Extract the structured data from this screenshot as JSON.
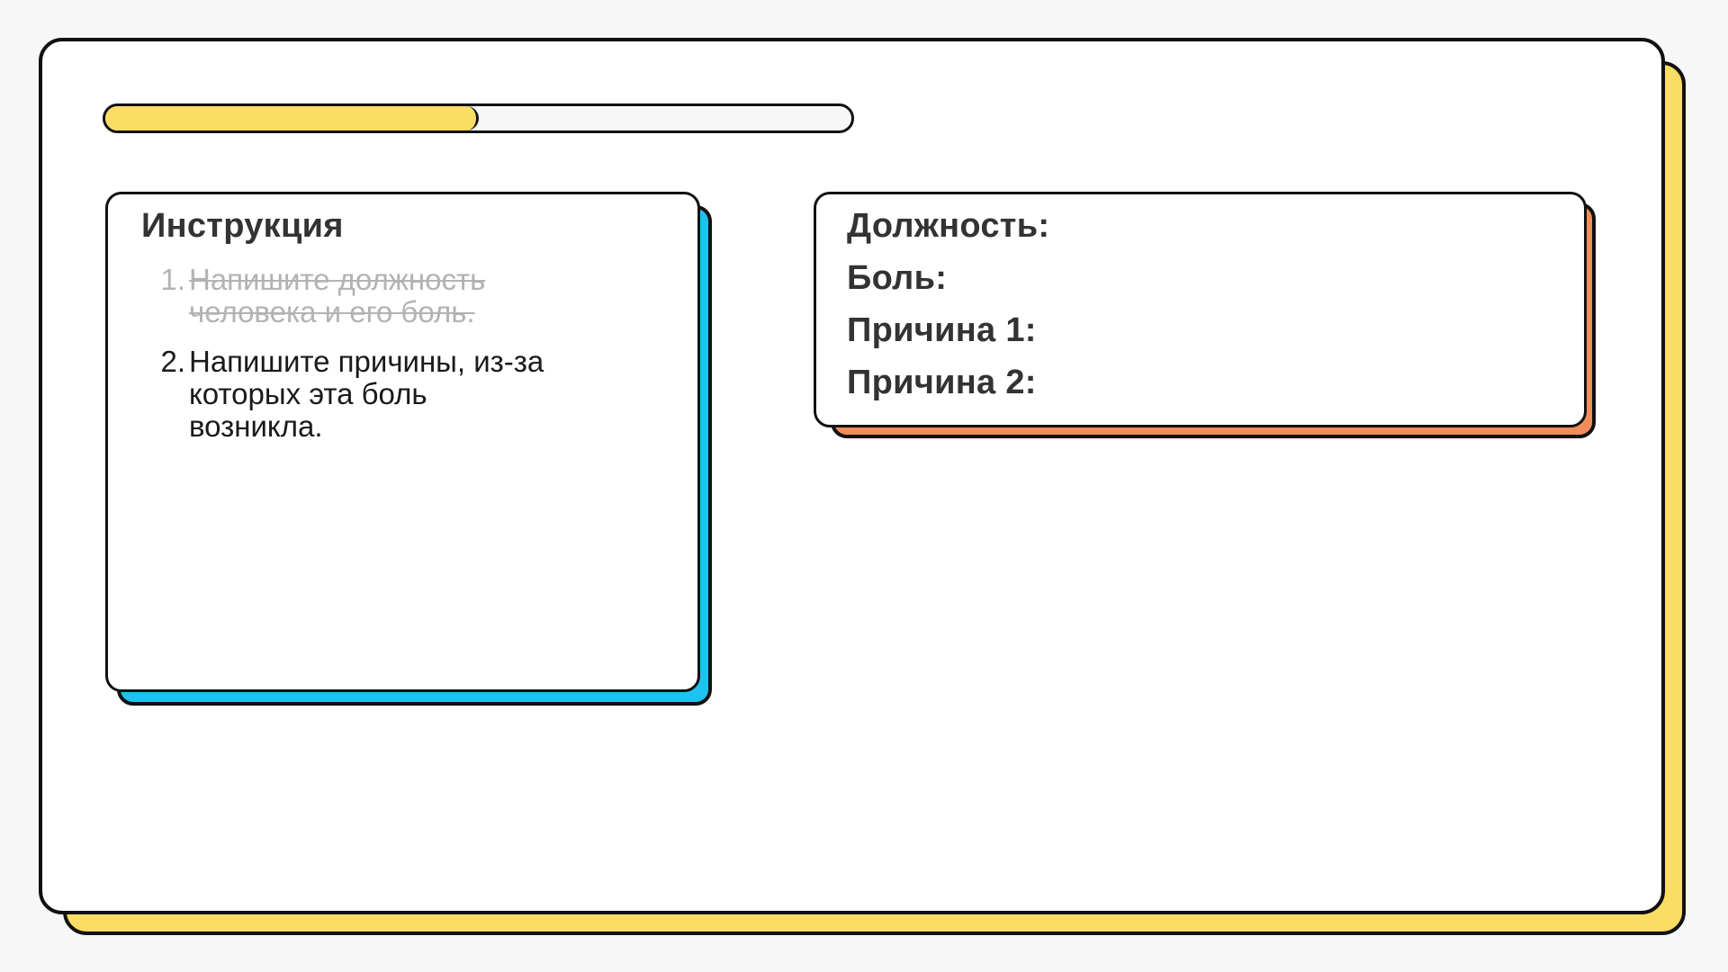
{
  "progress": {
    "value": 0.5
  },
  "instruction": {
    "title": "Инструкция",
    "steps": [
      {
        "number": "1.",
        "text": "Напишите должность человека и его боль.",
        "done": true
      },
      {
        "number": "2.",
        "text": "Напишите причины, из‑за которых эта боль возникла.",
        "done": false
      }
    ]
  },
  "fields": {
    "position_label": "Должность:",
    "pain_label": "Боль:",
    "reason1_label": "Причина 1:",
    "reason2_label": "Причина 2:"
  },
  "colors": {
    "board_shadow": "#fbdc64",
    "progress_fill": "#fbdc64",
    "instruction_accent": "#1ec2ee",
    "fields_accent": "#f08d5b"
  }
}
